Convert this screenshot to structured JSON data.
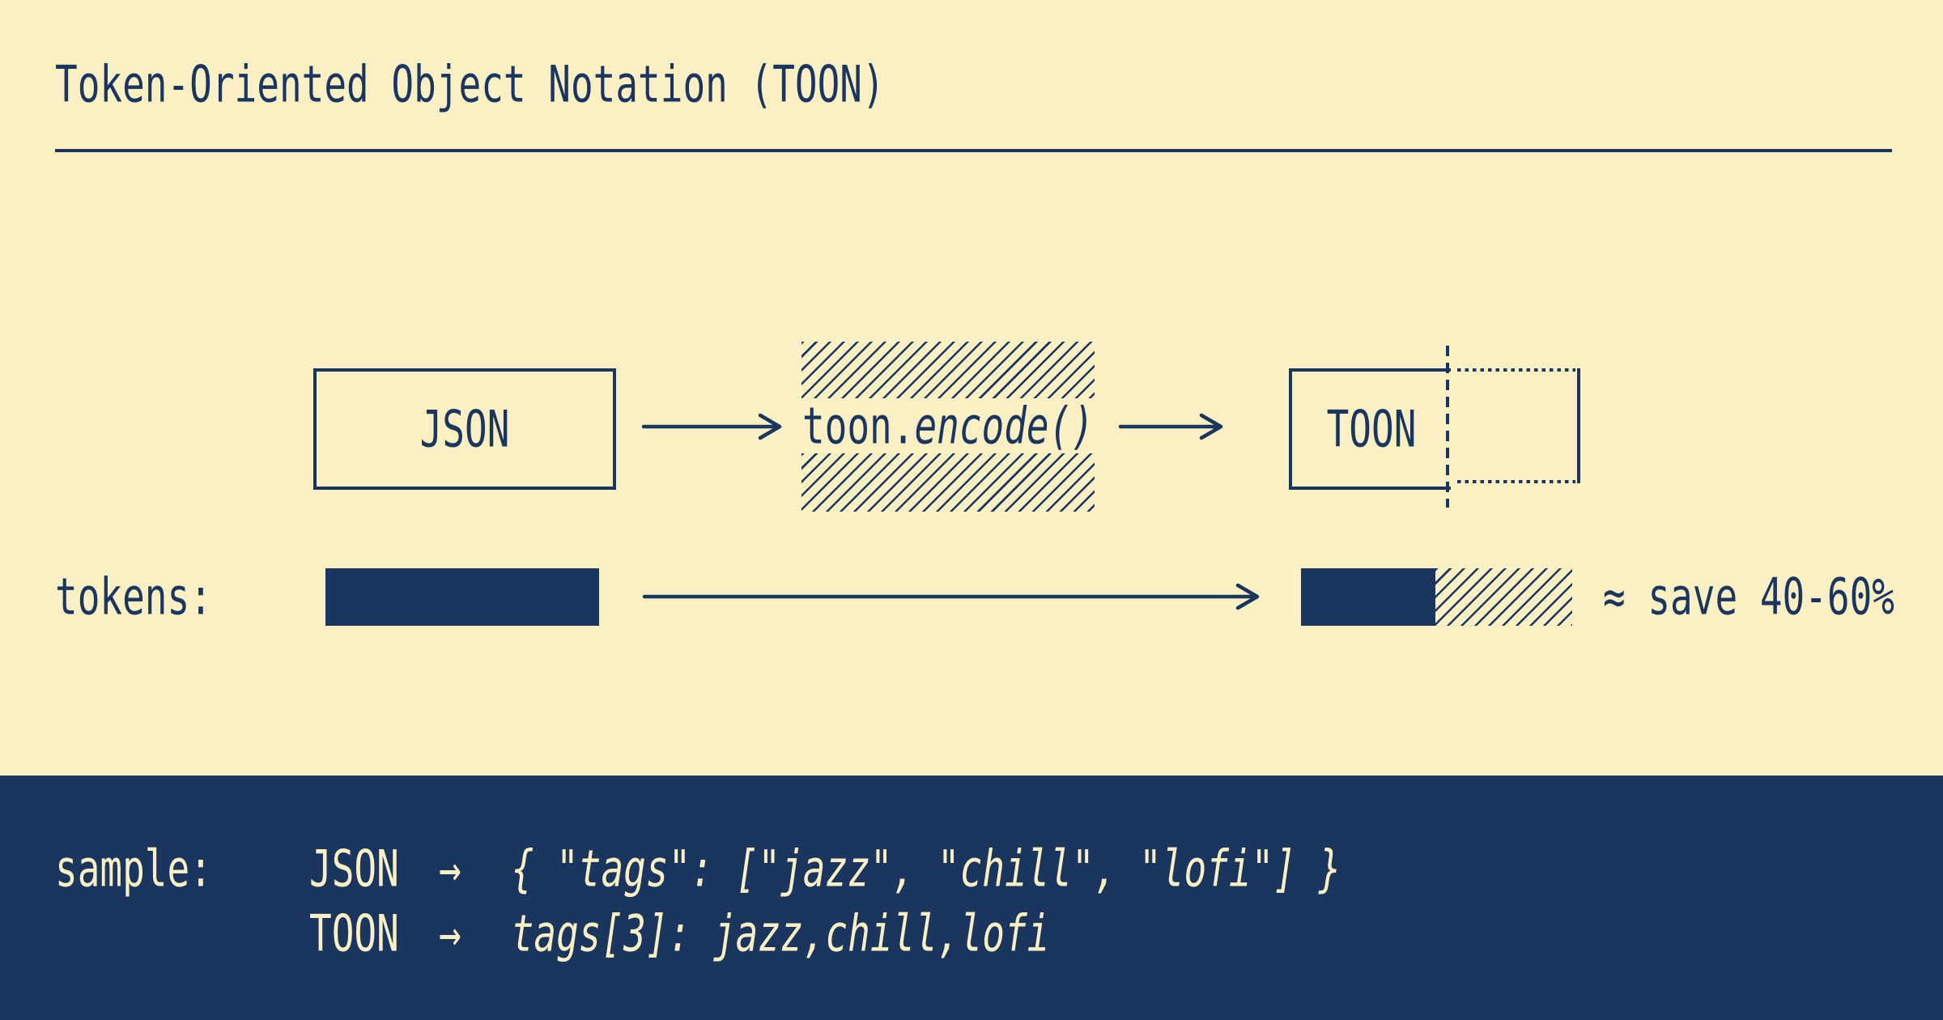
{
  "title": "Token-Oriented Object Notation (TOON)",
  "colors": {
    "cream": "#FBF0C4",
    "navy": "#1A355E"
  },
  "flow": {
    "input_label": "JSON",
    "transform_prefix": "toon.",
    "transform_italic": "encode()",
    "output_label": "TOON"
  },
  "tokens_row": {
    "label": "tokens:",
    "savings_note": "≈ save 40-60%"
  },
  "sample": {
    "label": "sample:",
    "rows": [
      {
        "format": "JSON",
        "arrow": "→",
        "code": "{ \"tags\": [\"jazz\", \"chill\", \"lofi\"] }"
      },
      {
        "format": "TOON",
        "arrow": "→",
        "code": "tags[3]: jazz,chill,lofi"
      }
    ]
  }
}
